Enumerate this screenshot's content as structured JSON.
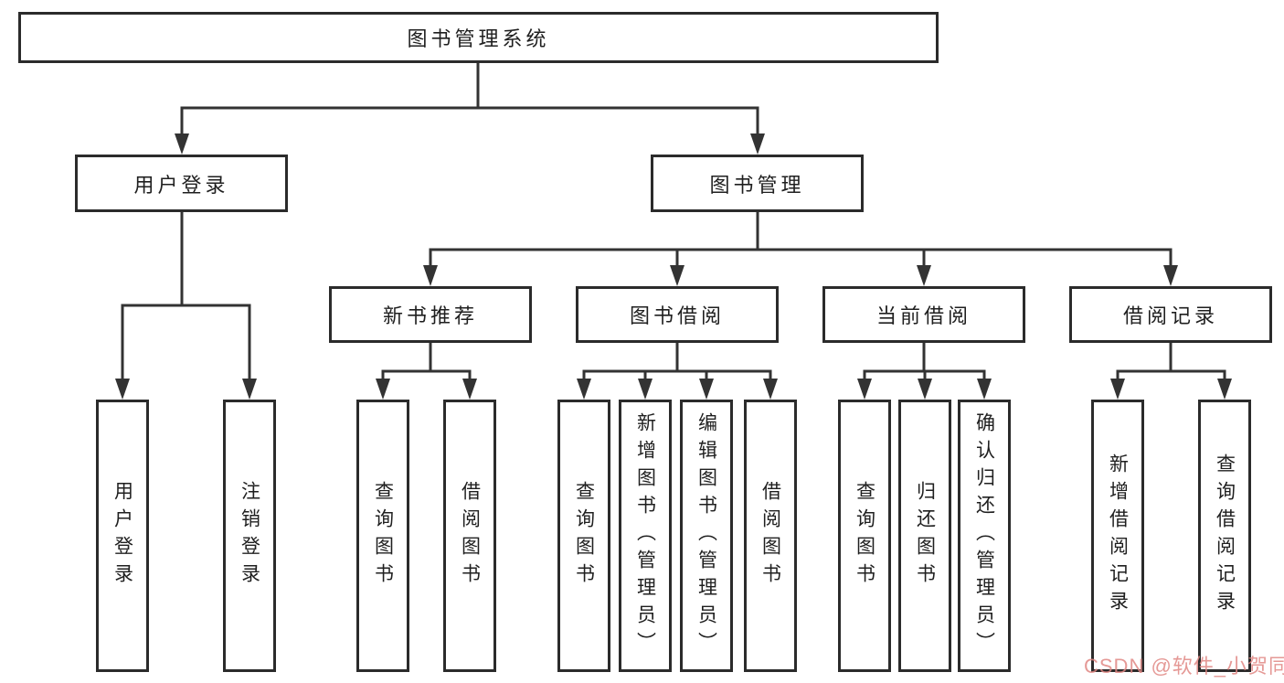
{
  "diagram": {
    "type": "tree",
    "root": {
      "label": "图书管理系统"
    },
    "level2": [
      {
        "label": "用户登录",
        "children": [
          "用户登录",
          "注销登录"
        ]
      },
      {
        "label": "图书管理",
        "children": [
          "新书推荐",
          "图书借阅",
          "当前借阅",
          "借阅记录"
        ]
      }
    ],
    "level3": [
      {
        "label": "新书推荐",
        "parent": "图书管理",
        "children": [
          "查询图书",
          "借阅图书"
        ]
      },
      {
        "label": "图书借阅",
        "parent": "图书管理",
        "children": [
          "查询图书",
          "新增图书（管理员）",
          "编辑图书（管理员）",
          "借阅图书"
        ]
      },
      {
        "label": "当前借阅",
        "parent": "图书管理",
        "children": [
          "查询图书",
          "归还图书",
          "确认归还（管理员）"
        ]
      },
      {
        "label": "借阅记录",
        "parent": "图书管理",
        "children": [
          "新增借阅记录",
          "查询借阅记录"
        ]
      }
    ],
    "colors": {
      "line": "#333333",
      "box_border": "#2b2b2b",
      "box_fill": "#ffffff",
      "text": "#1f1f1f",
      "background": "#ffffff",
      "watermark": "#e08784"
    }
  },
  "watermark": {
    "text": "CSDN @软件_小贺同学"
  }
}
